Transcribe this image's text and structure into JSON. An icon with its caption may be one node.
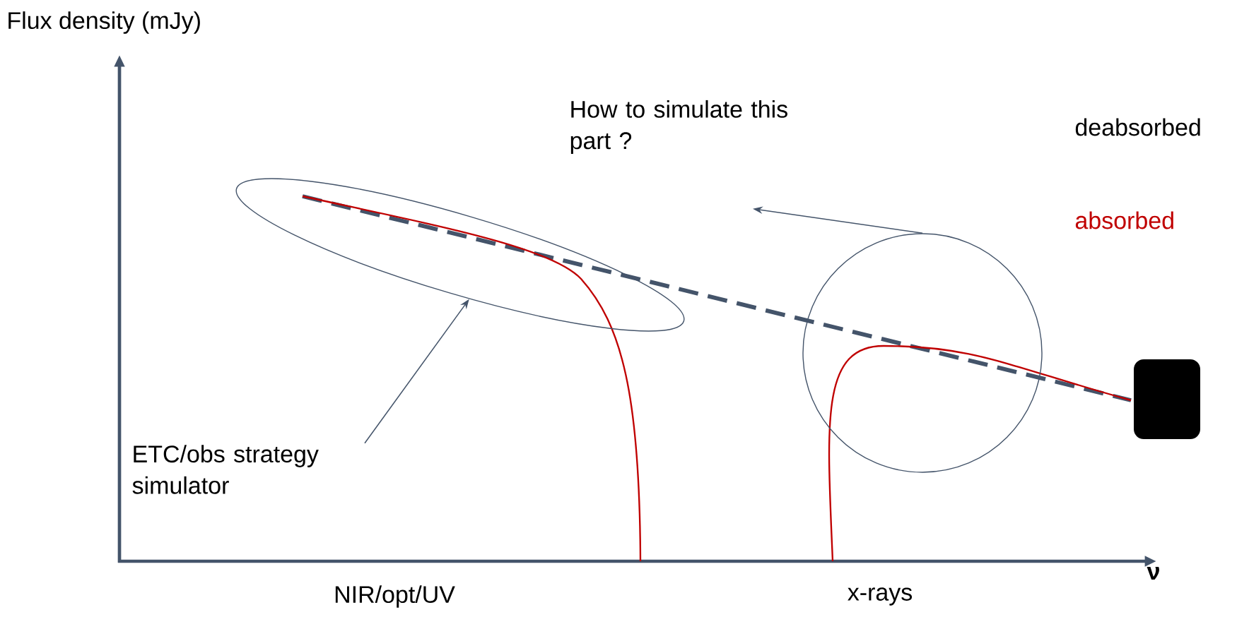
{
  "diagram": {
    "nodes": [
      {
        "text": [],
        "shape": "ellipse"
      },
      {
        "text": [
          "ETC/obs strategy simulator"
        ]
      },
      {
        "text": [],
        "shape": "circle"
      },
      {
        "text": [
          "How to simulate this part ?"
        ]
      }
    ],
    "edges": [
      {
        "from": 1,
        "to": 0,
        "arrow": "to"
      },
      {
        "from": 2,
        "to": 3,
        "arrow": "to"
      }
    ],
    "labels": [
      "Flux density (mJy)",
      "ν",
      "NIR/opt/UV",
      "x-rays",
      "deabsorbed",
      "absorbed"
    ]
  }
}
